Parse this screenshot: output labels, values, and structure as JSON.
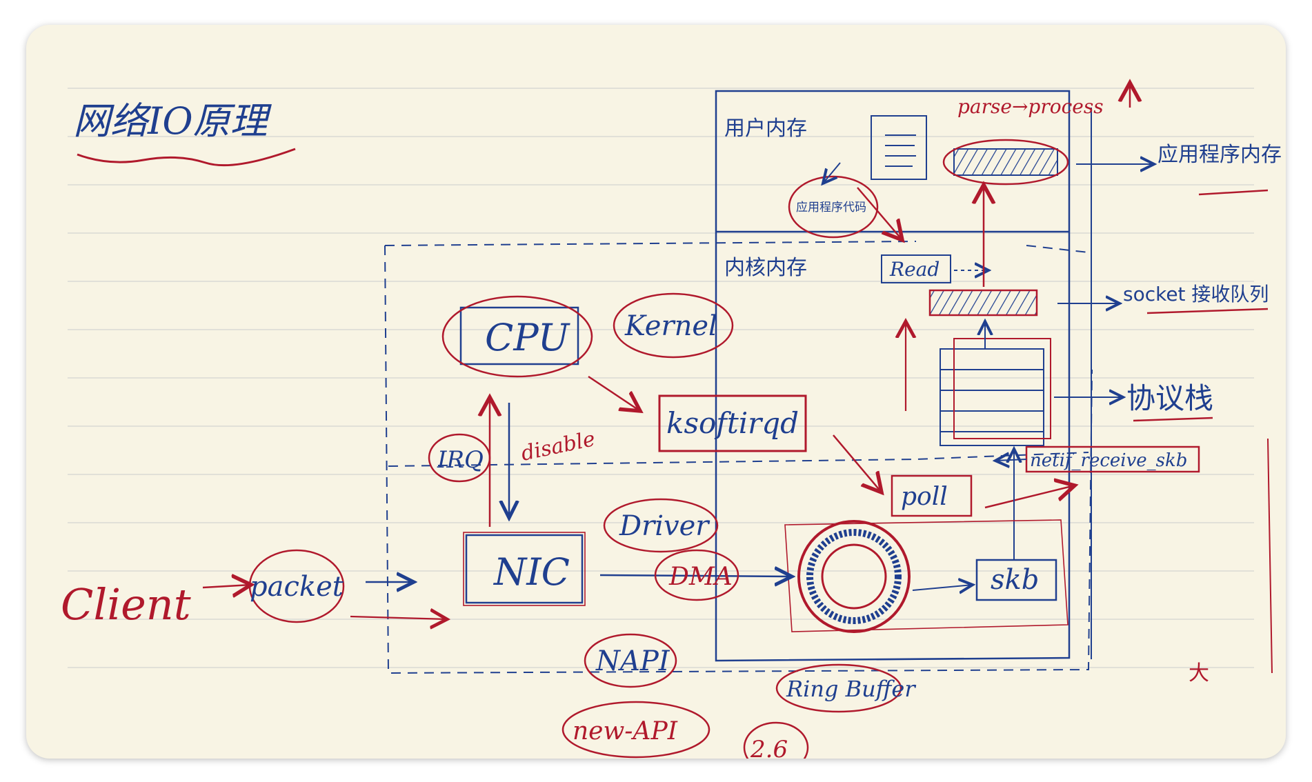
{
  "title": "网络IO原理",
  "colors": {
    "paper": "#f8f4e4",
    "rule": "#d9d9d4",
    "blue_ink": "#1f3f8f",
    "red_ink": "#b0192c"
  },
  "left_nodes": {
    "client": "Client",
    "packet": "packet",
    "cpu": "CPU",
    "kernel": "Kernel",
    "ksoftirqd": "ksoftirqd",
    "irq": "IRQ",
    "disable": "disable",
    "nic": "NIC",
    "driver": "Driver",
    "dma": "DMA",
    "napi": "NAPI",
    "new_api": "new-API",
    "version": "2.6"
  },
  "memory": {
    "user_space": "用户内存",
    "app_code": "应用程序代码",
    "parse_process": "parse→process",
    "app_memory": "应用程序内存",
    "kernel_space": "内核内存",
    "read": "Read",
    "socket_queue": "socket 接收队列",
    "protocol_stack": "协议栈",
    "netif": "netif_receive_skb",
    "poll": "poll",
    "skb": "skb",
    "ring_buffer": "Ring Buffer",
    "big": "大"
  }
}
